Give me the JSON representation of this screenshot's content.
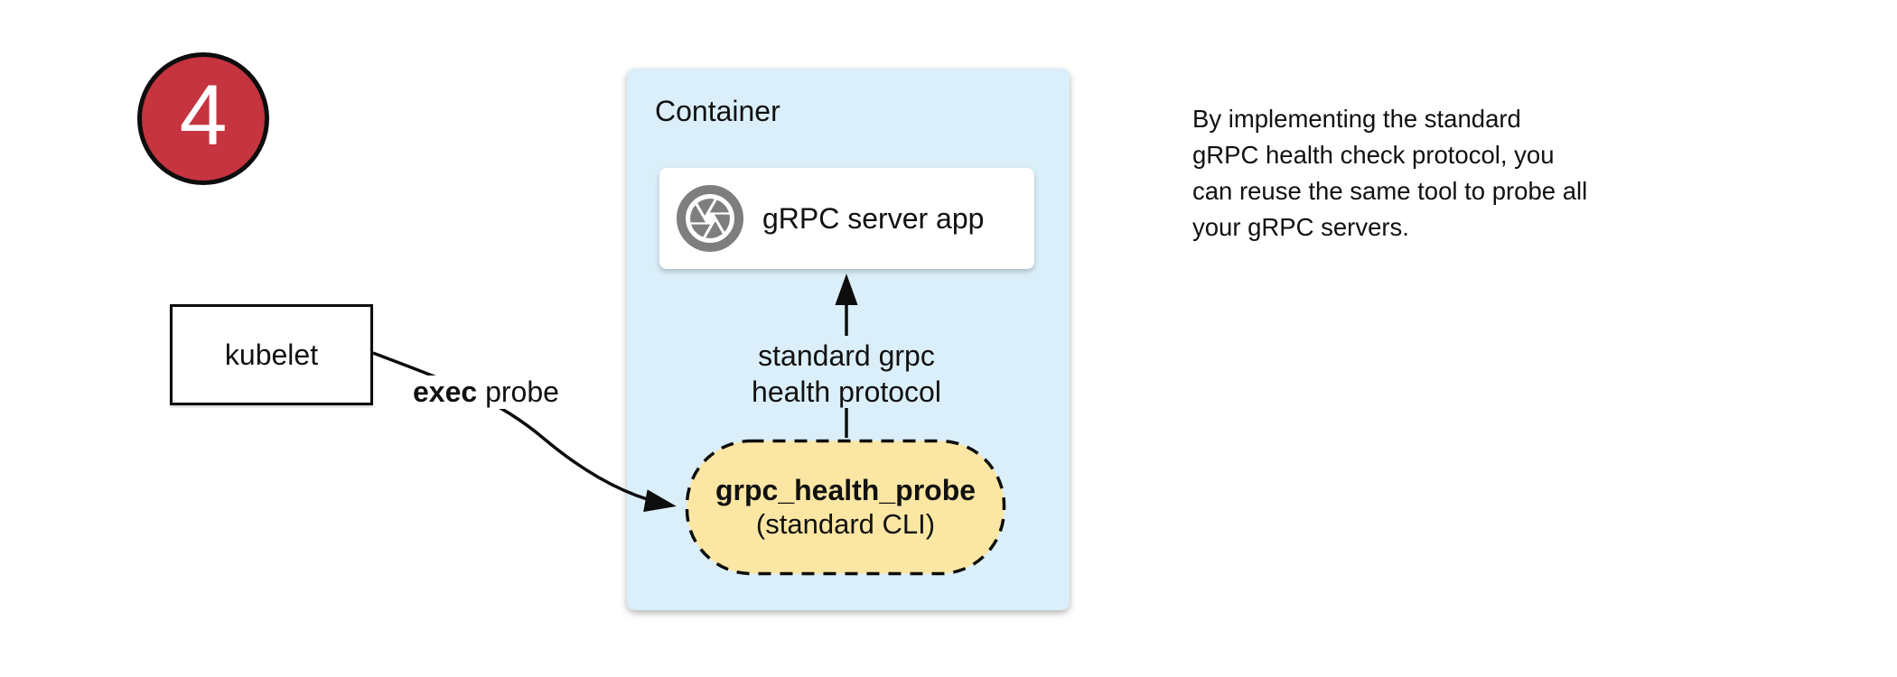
{
  "step_badge": {
    "number": "4"
  },
  "kubelet_box": {
    "label": "kubelet"
  },
  "exec_probe_label": {
    "bold": "exec",
    "rest": " probe"
  },
  "container": {
    "title": "Container",
    "server_box": {
      "label": "gRPC server app",
      "icon": "aperture-icon"
    },
    "protocol_label": {
      "line1": "standard grpc",
      "line2": "health protocol"
    },
    "probe_pill": {
      "title": "grpc_health_probe",
      "subtitle": "(standard CLI)"
    }
  },
  "note": {
    "line1": "By implementing the standard",
    "line2": "gRPC health check protocol, you",
    "line3": "can reuse the same tool to probe all",
    "line4": "your gRPC servers."
  },
  "colors": {
    "badge_red": "#C5343F",
    "container_blue": "#DBEFFA",
    "pill_yellow": "#FBE6A3",
    "icon_gray": "#7E7E7E",
    "stroke_black": "#0d0d0d"
  }
}
